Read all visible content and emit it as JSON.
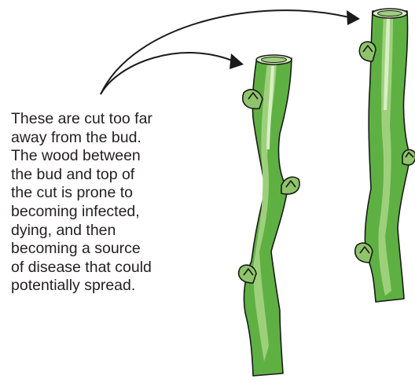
{
  "caption": {
    "lines": [
      "These are cut too far",
      "away from the bud.",
      "The wood between",
      "the bud and top of",
      "the cut is prone to",
      "becoming infected,",
      "dying, and then",
      "becoming a source",
      "of disease that could",
      "potentially spread."
    ]
  },
  "colors": {
    "stem": "#5fb043",
    "stem_dark": "#3d8b2f",
    "stem_light": "#9ed07c",
    "highlight": "#d8efc4",
    "bud": "#8fc46a",
    "outline": "#1a1a1a",
    "text": "#231f20"
  }
}
